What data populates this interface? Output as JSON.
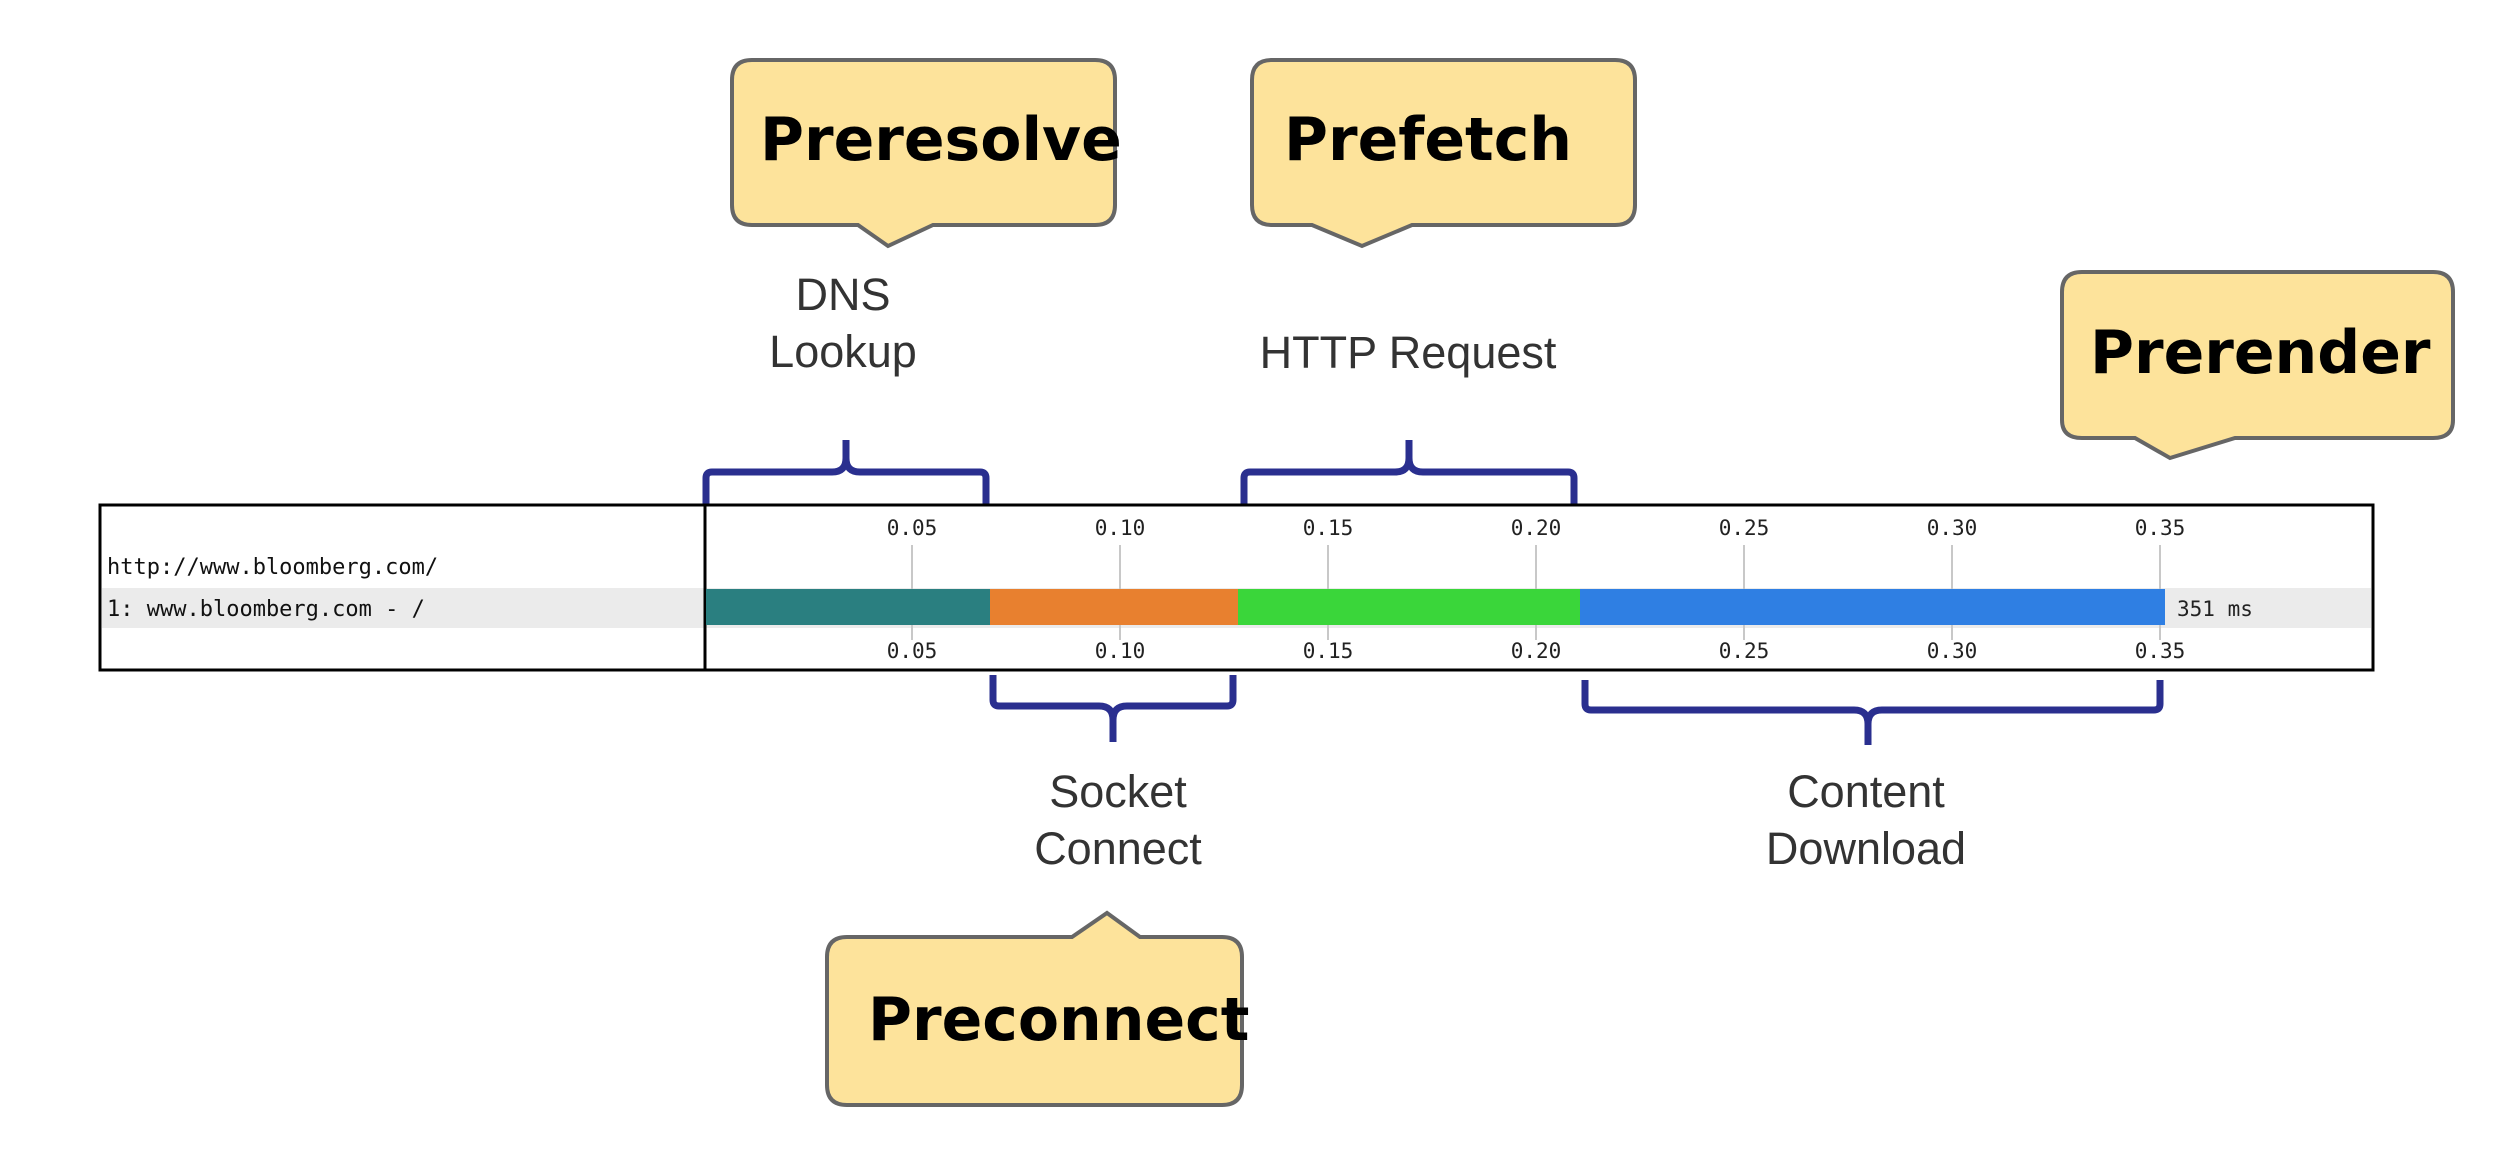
{
  "waterfall": {
    "url_label": "http://www.bloomberg.com/",
    "request_label": "1: www.bloomberg.com - /",
    "total_label": "351 ms",
    "ticks": [
      "0.05",
      "0.10",
      "0.15",
      "0.20",
      "0.25",
      "0.30",
      "0.35"
    ],
    "phases": [
      {
        "name": "DNS Lookup",
        "color": "#2a7f80"
      },
      {
        "name": "Socket Connect",
        "color": "#e8802f"
      },
      {
        "name": "HTTP Request",
        "color": "#3ad63a"
      },
      {
        "name": "Content Download",
        "color": "#2f7fe3"
      }
    ]
  },
  "labels": {
    "dns_line1": "DNS",
    "dns_line2": "Lookup",
    "http": "HTTP Request",
    "socket_line1": "Socket",
    "socket_line2": "Connect",
    "content_line1": "Content",
    "content_line2": "Download"
  },
  "callouts": {
    "preresolve": "Preresolve",
    "prefetch": "Prefetch",
    "prerender": "Prerender",
    "preconnect": "Preconnect"
  },
  "colors": {
    "callout_fill": "#fde39b",
    "callout_stroke": "#666666",
    "bracket": "#2a2f8f"
  }
}
